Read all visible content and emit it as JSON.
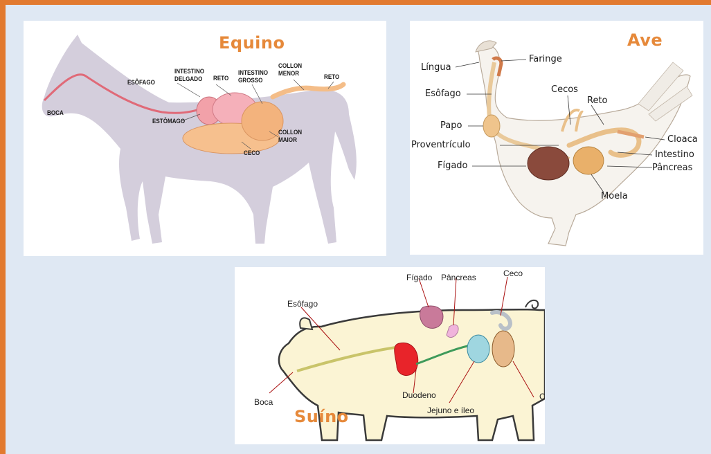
{
  "colors": {
    "border": "#e27a2f",
    "background": "#dfe8f3",
    "title": "#e6893a"
  },
  "horse": {
    "title": "Equino",
    "labels": {
      "boca": "BOCA",
      "esofago": "ESÔFAGO",
      "intestino_delgado": "INTESTINO\nDELGADO",
      "reto1": "RETO",
      "intestino_grosso": "INTESTINO\nGROSSO",
      "collon_menor": "COLLON\nMENOR",
      "reto2": "RETO",
      "estomago": "ESTÔMAGO",
      "collon_maior": "COLLON\nMAIOR",
      "ceco": "CECO"
    }
  },
  "bird": {
    "title": "Ave",
    "labels": {
      "lingua": "Língua",
      "faringe": "Faringe",
      "esofago": "Esôfago",
      "cecos": "Cecos",
      "reto": "Reto",
      "papo": "Papo",
      "cloaca": "Cloaca",
      "proventriculo": "Proventrículo",
      "intestino": "Intestino",
      "figado": "Fígado",
      "pancreas": "Pâncreas",
      "moela": "Moela"
    }
  },
  "pig": {
    "title": "Suíno",
    "labels": {
      "figado": "Fígado",
      "pancreas": "Pâncreas",
      "ceco": "Ceco",
      "esofago": "Esôfago",
      "boca": "Boca",
      "duodeno": "Duodeno",
      "jejuno": "Jejuno e íleo",
      "cut": "C"
    }
  }
}
